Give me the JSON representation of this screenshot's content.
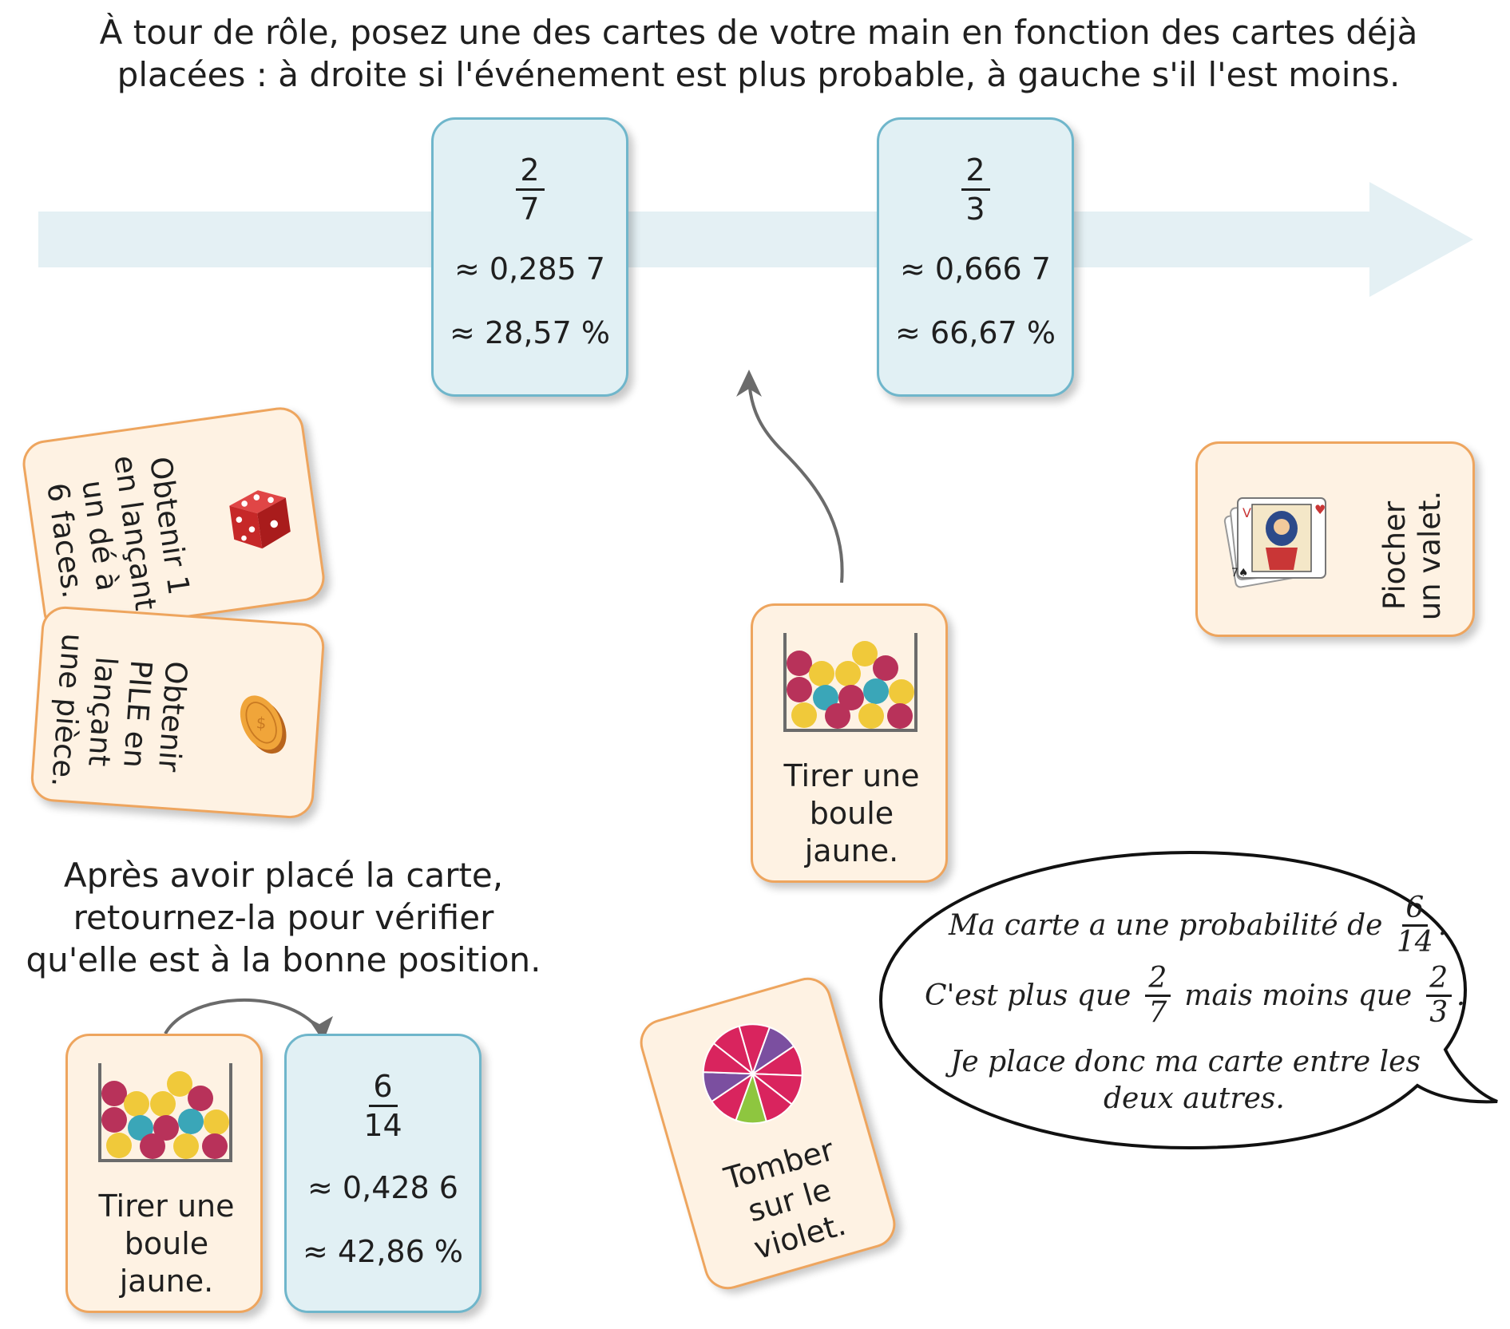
{
  "instructions": {
    "line1": "À tour de rôle, posez une des cartes de votre main en fonction des cartes déjà",
    "line2": "placées : à droite si l'événement est plus probable, à gauche s'il l'est moins."
  },
  "placed_cards": [
    {
      "numerator": "2",
      "denominator": "7",
      "decimal": "≈ 0,285 7",
      "percent": "≈ 28,57 %"
    },
    {
      "numerator": "2",
      "denominator": "3",
      "decimal": "≈ 0,666 7",
      "percent": "≈ 66,67 %"
    }
  ],
  "hand_cards": {
    "die": {
      "lines": [
        "Obtenir 1",
        "en lançant",
        "un dé à",
        "6 faces."
      ]
    },
    "coin": {
      "lines": [
        "Obtenir",
        "PILE en",
        "lançant",
        "une pièce."
      ]
    },
    "jack": {
      "lines": [
        "Piocher",
        "un valet."
      ]
    },
    "ball_center": {
      "lines": [
        "Tirer une",
        "boule",
        "jaune."
      ]
    },
    "wheel": {
      "lines": [
        "Tomber",
        "sur le",
        "violet."
      ]
    }
  },
  "verify_instructions": {
    "line1": "Après avoir placé la carte,",
    "line2": "retournez-la pour vérifier",
    "line3": "qu'elle est à la bonne position."
  },
  "example": {
    "front": {
      "lines": [
        "Tirer une",
        "boule",
        "jaune."
      ]
    },
    "back": {
      "numerator": "6",
      "denominator": "14",
      "decimal": "≈ 0,428 6",
      "percent": "≈ 42,86 %"
    }
  },
  "speech_bubble": {
    "line1_text": "Ma carte a une probabilité de",
    "line1_frac": {
      "num": "6",
      "den": "14"
    },
    "line2_a": "C'est plus que",
    "line2_frac1": {
      "num": "2",
      "den": "7"
    },
    "line2_b": "mais moins que",
    "line2_frac2": {
      "num": "2",
      "den": "3"
    },
    "line3": "Je place donc ma carte entre les",
    "line4": "deux autres."
  },
  "colors": {
    "blue_card_fill": "#e1f0f4",
    "blue_card_border": "#6fb6cb",
    "orange_card_fill": "#fef2e3",
    "orange_card_border": "#eea55e",
    "axis_arrow": "#e4f0f4",
    "ball_yellow": "#f0c93a",
    "ball_red": "#b8325a",
    "ball_teal": "#3aa6b8",
    "wheel_pink": "#d9245e",
    "wheel_purple": "#7b4fa0",
    "wheel_green": "#8ec63f"
  },
  "icons": [
    "die-icon",
    "coin-icon",
    "playing-cards-icon",
    "ball-jar-icon",
    "spinner-wheel-icon"
  ]
}
